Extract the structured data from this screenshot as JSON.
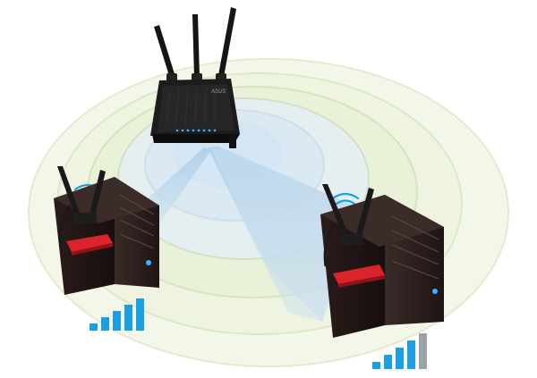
{
  "scene": {
    "router": {
      "brand": "ASUS",
      "antenna_count": 3,
      "icon": "wifi-router-icon"
    },
    "computers": [
      {
        "name": "left-desktop",
        "icon": "desktop-tower-icon",
        "adapter_icon": "pcie-wifi-adapter-icon",
        "signal_bars": 5,
        "signal_bars_lit": 5
      },
      {
        "name": "right-desktop",
        "icon": "desktop-tower-icon",
        "adapter_icon": "pcie-wifi-adapter-icon",
        "signal_bars": 5,
        "signal_bars_lit": 4
      }
    ],
    "colors": {
      "coverage_light": "#eef4dc",
      "coverage_ring": "#dfe9c8",
      "beam": "#bcd7ee",
      "signal_on": "#1a9ee4",
      "signal_off": "#9aa3a8",
      "case_body": "#2b1d1b",
      "adapter_red": "#d8242a"
    }
  }
}
